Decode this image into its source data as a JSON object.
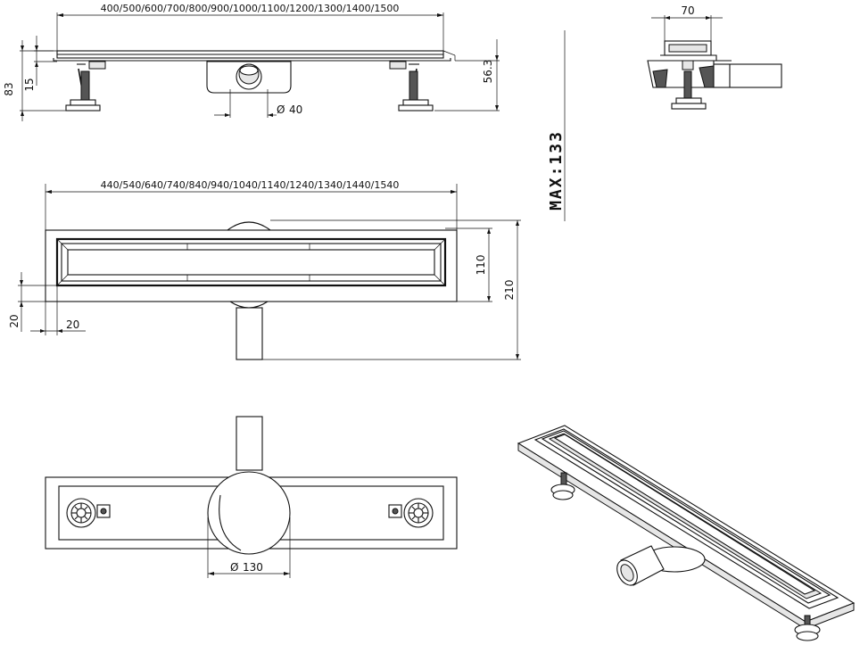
{
  "dimensions": {
    "length_range": "400/500/600/700/800/900/1000/1100/1200/1300/1400/1500",
    "total_length_range": "440/540/640/740/840/940/1040/1140/1240/1340/1440/1540",
    "height_83": "83",
    "height_15": "15",
    "height_56_3": "56.3",
    "outlet_40": "40",
    "width_70": "70",
    "max_height": "MAX:133",
    "channel_110": "110",
    "width_210": "210",
    "offset_20_vertical": "20",
    "offset_20_horizontal": "20",
    "body_130": "130"
  },
  "symbols": {
    "diameter": "Ø"
  }
}
